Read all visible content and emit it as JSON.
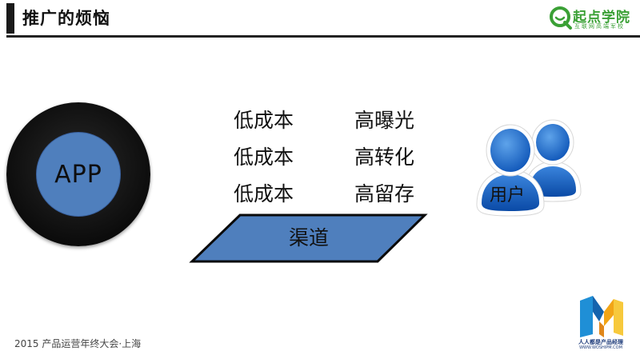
{
  "header": {
    "title": "推广的烦恼"
  },
  "logo": {
    "name": "起点学院",
    "subtitle": "互联网高端军校",
    "color": "#3aa035"
  },
  "diagram": {
    "app_label": "APP",
    "costs": [
      "低成本",
      "低成本",
      "低成本"
    ],
    "benefits": [
      "高曝光",
      "高转化",
      "高留存"
    ],
    "channel_label": "渠道",
    "users_label": "用户",
    "accent_color": "#4f7fbd"
  },
  "footer": {
    "text": "2015 产品运营年终大会·上海",
    "brand_name": "人人都是产品经理",
    "brand_url": "WWW.WOSHIPM.COM"
  }
}
